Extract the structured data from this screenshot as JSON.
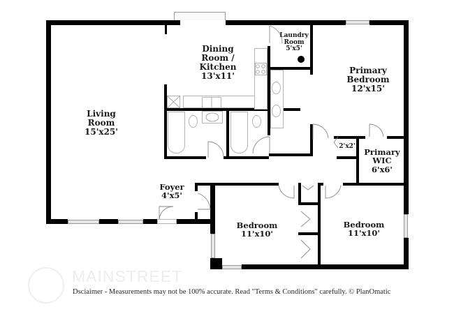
{
  "floorplan": {
    "rooms": [
      {
        "id": "living-room",
        "name_lines": [
          "Living",
          "Room"
        ],
        "dimensions": "15'x25'"
      },
      {
        "id": "dining-kitchen",
        "name_lines": [
          "Dining",
          "Room /",
          "Kitchen"
        ],
        "dimensions": "13'x11'"
      },
      {
        "id": "laundry-room",
        "name_lines": [
          "Laundry",
          "Room"
        ],
        "dimensions": "5'x5'"
      },
      {
        "id": "primary-bedroom",
        "name_lines": [
          "Primary",
          "Bedroom"
        ],
        "dimensions": "12'x15'"
      },
      {
        "id": "closet-2x2",
        "name_lines": [],
        "dimensions": "2'x2'"
      },
      {
        "id": "primary-wic",
        "name_lines": [
          "Primary",
          "WIC"
        ],
        "dimensions": "6'x6'"
      },
      {
        "id": "foyer",
        "name_lines": [
          "Foyer"
        ],
        "dimensions": "4'x5'"
      },
      {
        "id": "bedroom-1",
        "name_lines": [
          "Bedroom"
        ],
        "dimensions": "11'x10'"
      },
      {
        "id": "bedroom-2",
        "name_lines": [
          "Bedroom"
        ],
        "dimensions": "11'x10'"
      }
    ]
  },
  "watermark": {
    "text": "MAINSTREET"
  },
  "footer": {
    "disclaimer": "Dsciaimer - Measurements may not be 100% accurate. Read \"Terms & Conditions\" carefully. © PlanOmatic"
  }
}
